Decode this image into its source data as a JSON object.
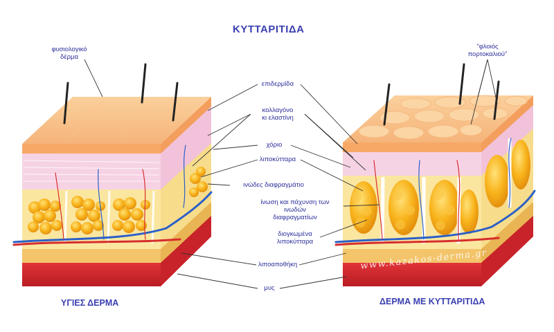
{
  "title": "ΚΥΤΤΑΡΙΤΙΔΑ",
  "captions": {
    "left": "ΥΓΙΕΣ ΔΕΡΜΑ",
    "right": "ΔΕΡΜΑ ΜΕ ΚΥΤΤΑΡΙΤΙΔΑ"
  },
  "labels": {
    "physiological_skin": [
      "φυσιολογικό",
      "δέρμα"
    ],
    "orange_peel": [
      "\"φλοιός",
      "πορτοκαλιού\""
    ],
    "epidermis": "επιδερμίδα",
    "collagen": [
      "κολλαγόνο",
      "κι ελαστίνη"
    ],
    "dermis": "χόριο",
    "adipocytes": "λιποκύτταρα",
    "fibrous_septa": "ινώδες διαφραγμάτιο",
    "fibrosis": [
      "ίνωση και πάχυνση των",
      "ινωδών",
      "διαφραγματίων"
    ],
    "enlarged_adipocytes": [
      "διογκωμένα",
      "λιποκύτταρα"
    ],
    "fat_storage": "λιποαποθήκη",
    "muscle": "μυς"
  },
  "watermark": "www.kazakos-derma.gr",
  "colors": {
    "text": "#2c2f9a",
    "epidermis": "#f7b87a",
    "dermis": "#f6d3e4",
    "fat": "#f9b21a",
    "muscle": "#d8262b",
    "artery": "#d62d2d",
    "vein": "#2b5fc7"
  }
}
